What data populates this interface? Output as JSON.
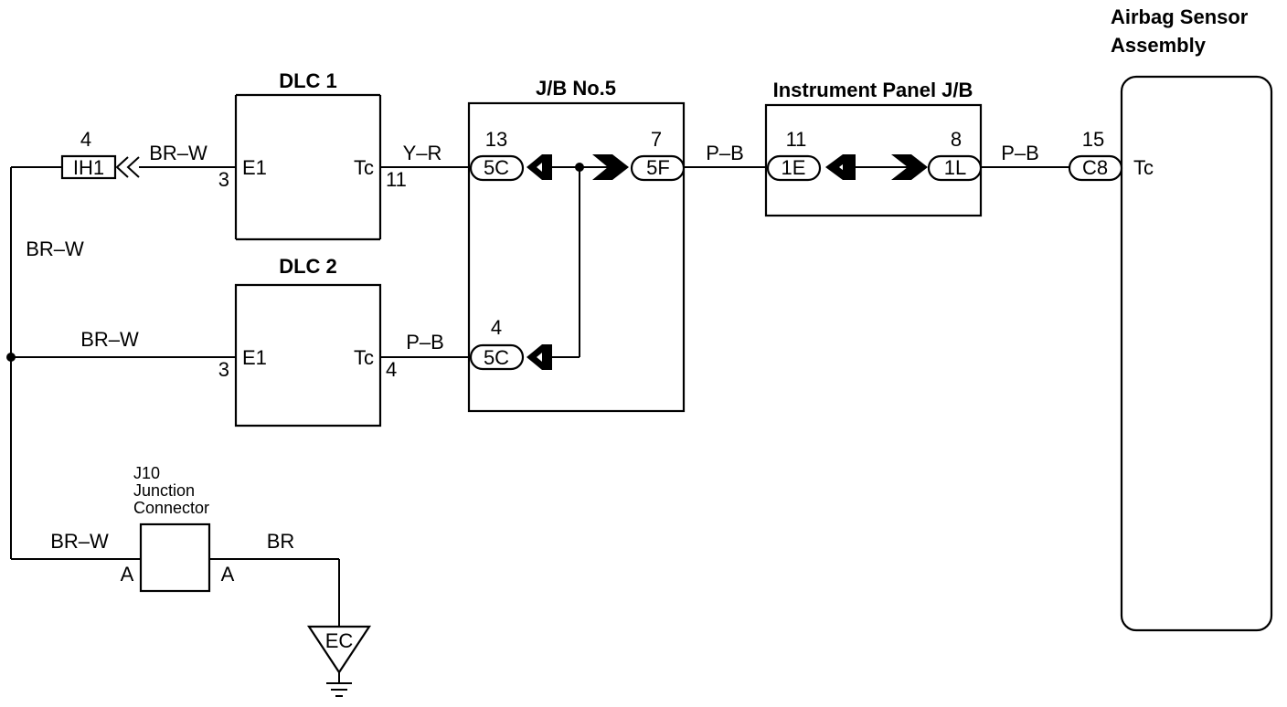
{
  "components": {
    "dlc1": {
      "title": "DLC 1",
      "pin_left": "E1",
      "pin_right": "Tc",
      "pin_left_no": "3",
      "pin_right_no": "11"
    },
    "dlc2": {
      "title": "DLC 2",
      "pin_left": "E1",
      "pin_right": "Tc",
      "pin_left_no": "3",
      "pin_right_no": "4"
    },
    "jb5": {
      "title": "J/B No.5"
    },
    "ipjb": {
      "title": "Instrument Panel J/B"
    },
    "airbag": {
      "title_line1": "Airbag Sensor",
      "title_line2": "Assembly",
      "pin": "Tc"
    },
    "j10": {
      "line1": "J10",
      "line2": "Junction",
      "line3": "Connector",
      "pin_left": "A",
      "pin_right": "A"
    },
    "ground": {
      "label": "EC"
    }
  },
  "connectors": {
    "ih1": {
      "label": "IH1",
      "pin": "4"
    },
    "jb5_13": {
      "label": "5C",
      "pin": "13"
    },
    "jb5_7": {
      "label": "5F",
      "pin": "7"
    },
    "jb5_4": {
      "label": "5C",
      "pin": "4"
    },
    "ip_11": {
      "label": "1E",
      "pin": "11"
    },
    "ip_8": {
      "label": "1L",
      "pin": "8"
    },
    "c8": {
      "label": "C8",
      "pin": "15"
    }
  },
  "wires": {
    "brw_ih1": "BR–W",
    "brw_left_vertical": "BR–W",
    "brw_dlc2": "BR–W",
    "brw_j10": "BR–W",
    "br_ground": "BR",
    "yr_dlc1": "Y–R",
    "pb_dlc2": "P–B",
    "pb_jb5_ip": "P–B",
    "pb_ip_airbag": "P–B"
  }
}
